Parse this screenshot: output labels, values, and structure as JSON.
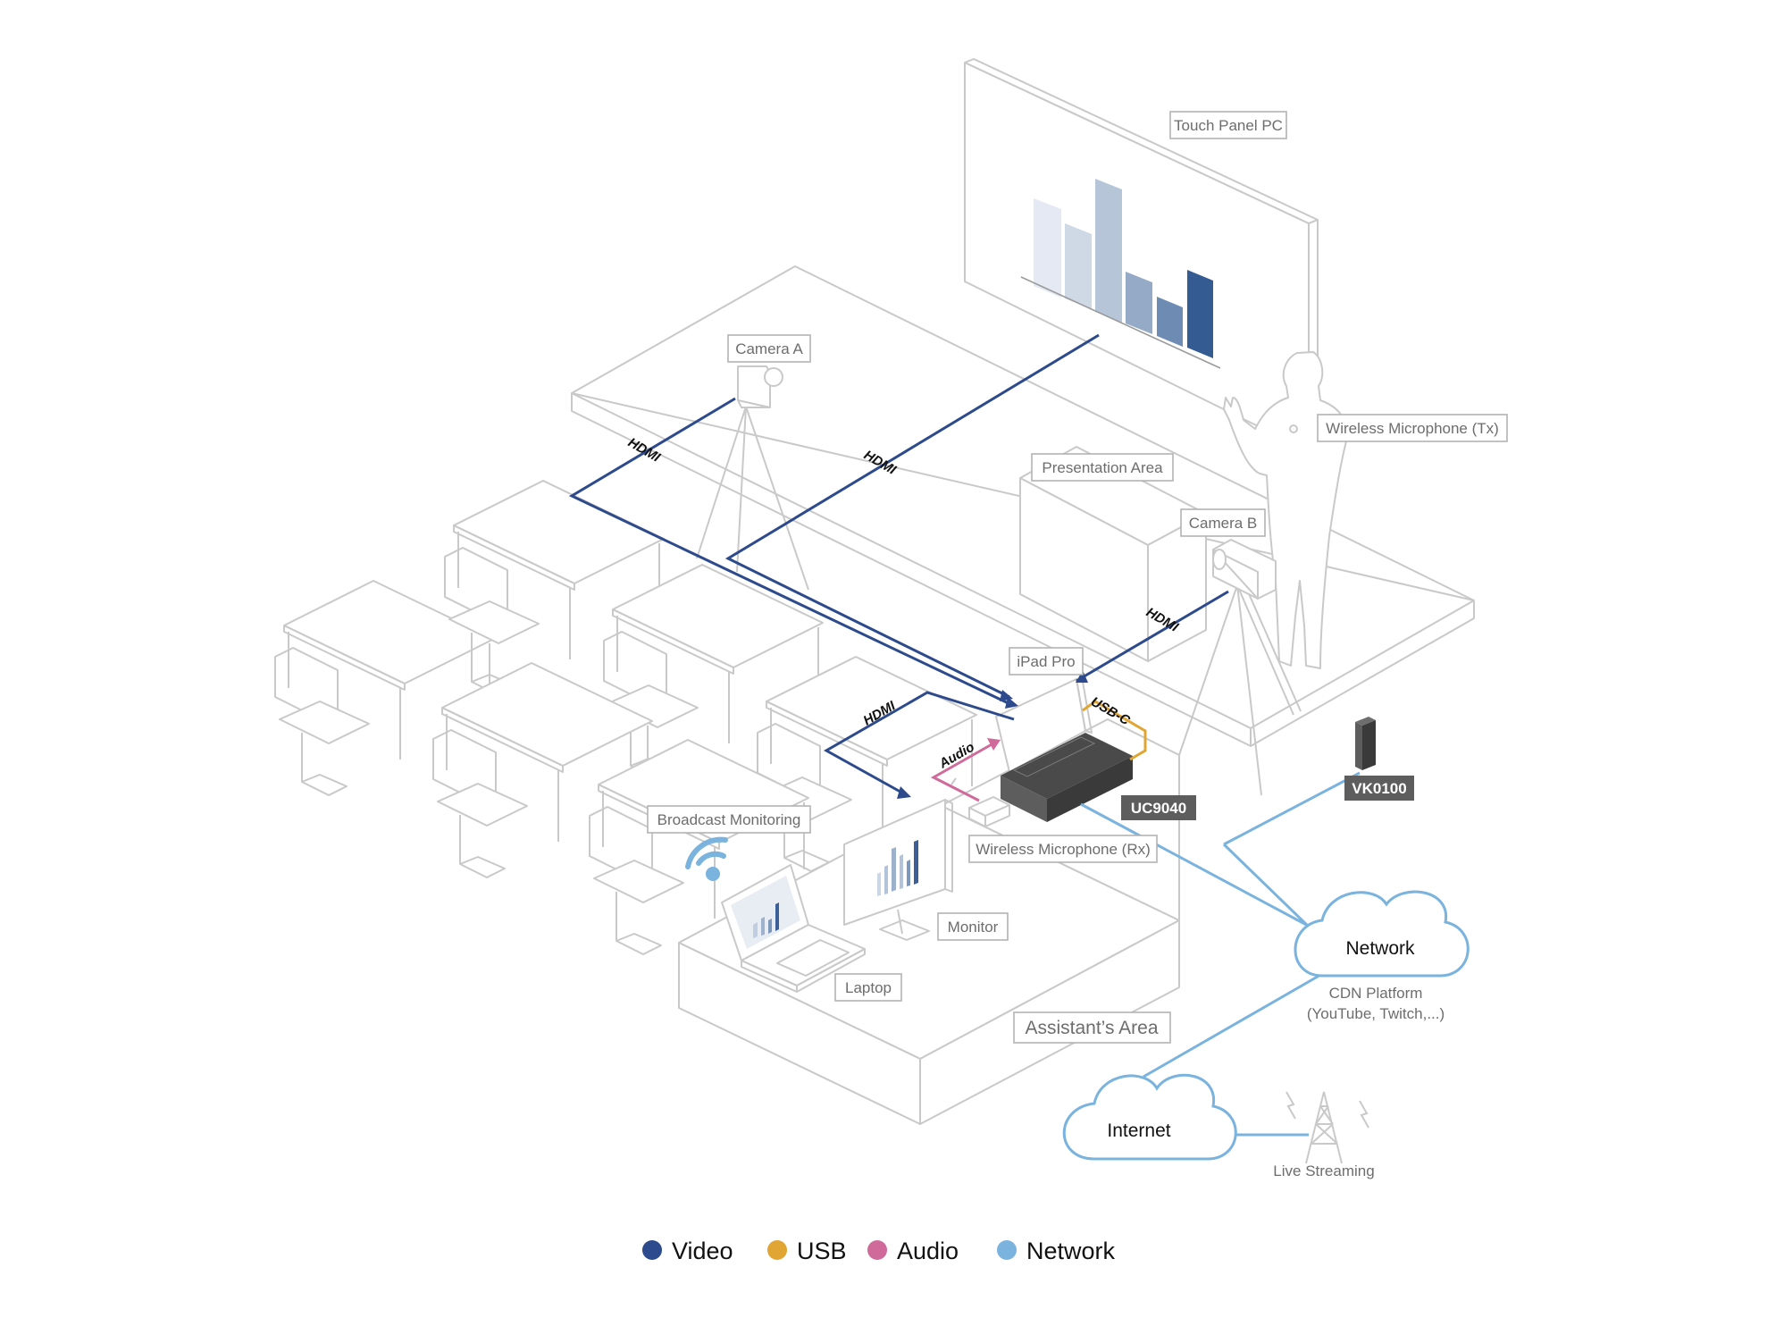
{
  "labels": {
    "touch_panel_pc": "Touch Panel PC",
    "camera_a": "Camera A",
    "wireless_mic_tx": "Wireless Microphone (Tx)",
    "presentation_area": "Presentation Area",
    "camera_b": "Camera B",
    "ipad_pro": "iPad Pro",
    "broadcast_monitoring": "Broadcast Monitoring",
    "wireless_mic_rx": "Wireless Microphone (Rx)",
    "monitor": "Monitor",
    "laptop": "Laptop",
    "assistants_area": "Assistant’s Area",
    "live_streaming": "Live Streaming",
    "cdn_platform_line1": "CDN Platform",
    "cdn_platform_line2": "(YouTube, Twitch,...)"
  },
  "devices": {
    "uc9040": "UC9040",
    "vk0100": "VK0100"
  },
  "clouds": {
    "network": "Network",
    "internet": "Internet"
  },
  "connections": {
    "hdmi_camera_a": "HDMI",
    "hdmi_touch_panel": "HDMI",
    "hdmi_camera_b": "HDMI",
    "hdmi_monitor": "HDMI",
    "usb_c": "USB-C",
    "audio": "Audio"
  },
  "legend": [
    {
      "label": "Video",
      "color": "#2c4a8c"
    },
    {
      "label": "USB",
      "color": "#e0a532"
    },
    {
      "label": "Audio",
      "color": "#d06a9a"
    },
    {
      "label": "Network",
      "color": "#7ab3de"
    }
  ],
  "colors": {
    "video": "#2c4a8c",
    "usb": "#e0a532",
    "audio": "#d06a9a",
    "network": "#7ab3de"
  }
}
